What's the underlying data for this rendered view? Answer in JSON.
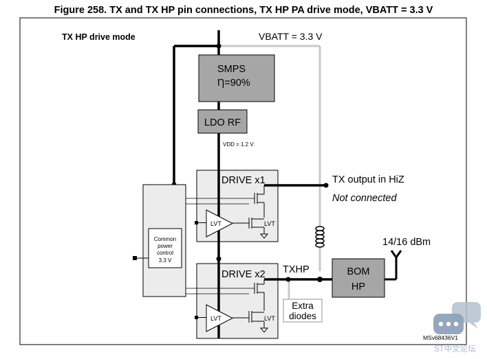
{
  "caption": "Figure 258. TX and TX HP pin connections, TX HP PA drive mode, VBATT = 3.3 V",
  "mode_title": "TX HP drive mode",
  "vbatt_label": "VBATT = 3.3 V",
  "smps": {
    "line1": "SMPS",
    "line2": "Ƞ=90%"
  },
  "ldo_rf": "LDO RF",
  "vdd_label": "VDD = 1.2 V",
  "drive1": {
    "title": "DRIVE x1",
    "lvt_in": "LVT",
    "lvt_out": "LVT"
  },
  "drive2": {
    "title": "DRIVE x2",
    "lvt_in": "LVT",
    "lvt_out": "LVT"
  },
  "tx_output": "TX output in HiZ",
  "not_connected": "Not connected",
  "power_control": {
    "line1": "Common",
    "line2": "power",
    "line3": "control",
    "line4": "3.3 V"
  },
  "txhp": "TXHP",
  "power_dbm": "14/16 dBm",
  "bom": {
    "line1": "BOM",
    "line2": "HP"
  },
  "extra_diodes": {
    "line1": "Extra",
    "line2": "diodes"
  },
  "ref_id": "MSv68436V1",
  "watermark": "ST中文论坛"
}
